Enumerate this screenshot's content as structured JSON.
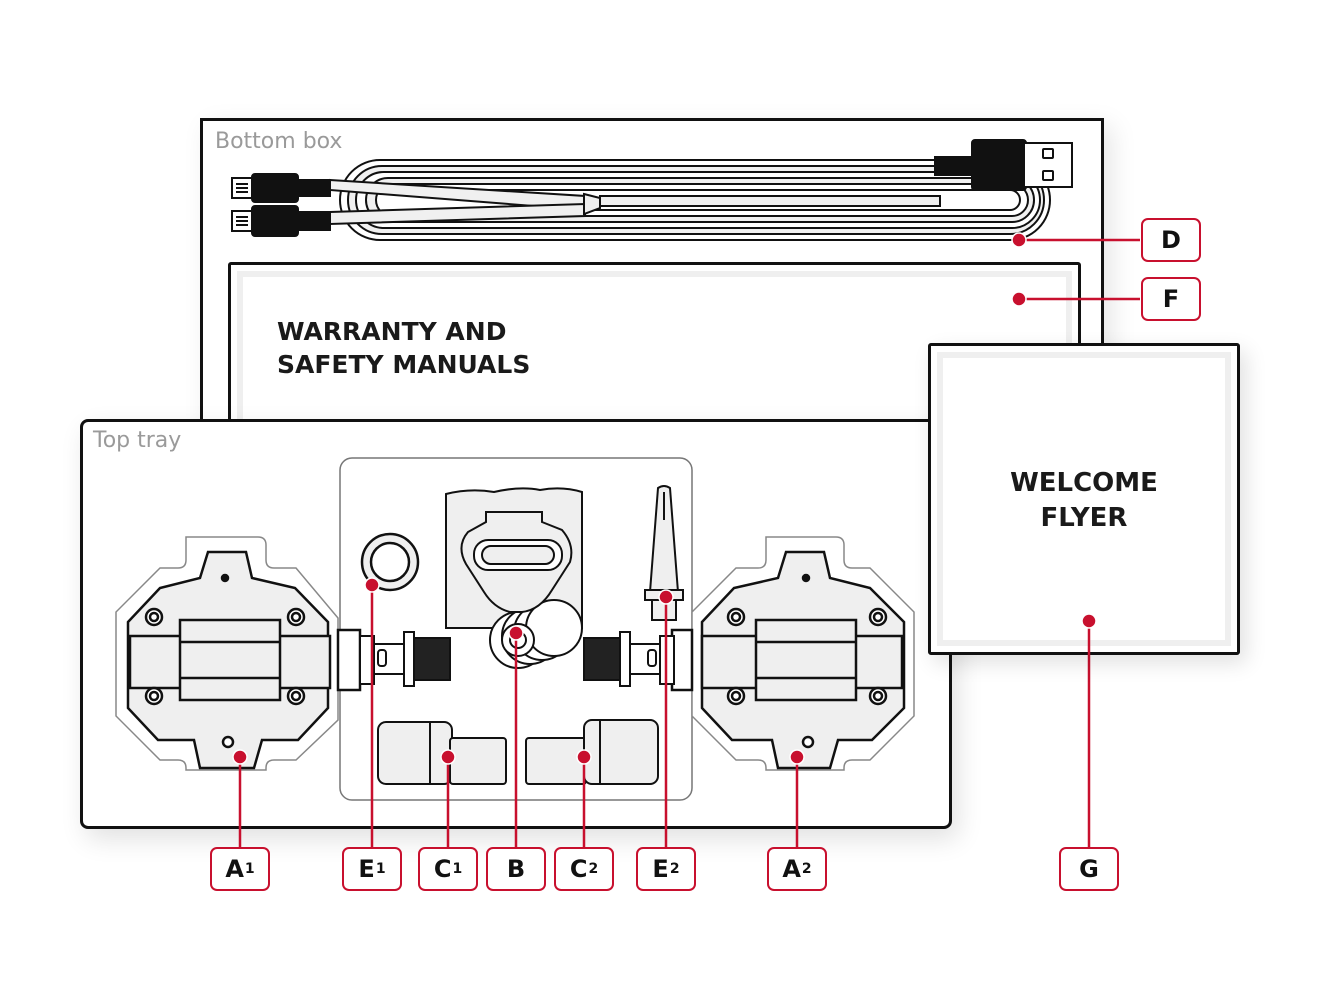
{
  "bottom_box": {
    "title": "Bottom box"
  },
  "top_tray": {
    "title": "Top tray"
  },
  "manuals": {
    "line1": "WARRANTY AND",
    "line2": "SAFETY MANUALS"
  },
  "flyer": {
    "line1": "WELCOME",
    "line2": "FLYER"
  },
  "callouts": [
    {
      "id": "A1",
      "letter": "A",
      "sub": "1",
      "target": "left-pedal"
    },
    {
      "id": "E1",
      "letter": "E",
      "sub": "1",
      "target": "ring-spacer"
    },
    {
      "id": "C1",
      "letter": "C",
      "sub": "1",
      "target": "left-spindle-cap"
    },
    {
      "id": "B",
      "letter": "B",
      "sub": "",
      "target": "cleats"
    },
    {
      "id": "C2",
      "letter": "C",
      "sub": "2",
      "target": "right-spindle-cap"
    },
    {
      "id": "E2",
      "letter": "E",
      "sub": "2",
      "target": "tool-bit"
    },
    {
      "id": "A2",
      "letter": "A",
      "sub": "2",
      "target": "right-pedal"
    },
    {
      "id": "D",
      "letter": "D",
      "sub": "",
      "target": "usb-cable"
    },
    {
      "id": "F",
      "letter": "F",
      "sub": "",
      "target": "manuals"
    },
    {
      "id": "G",
      "letter": "G",
      "sub": "",
      "target": "welcome-flyer"
    }
  ],
  "colors": {
    "accent": "#c8102e",
    "outline": "#111111",
    "fill": "#efefef",
    "caption_gray": "#9a9a9a"
  }
}
